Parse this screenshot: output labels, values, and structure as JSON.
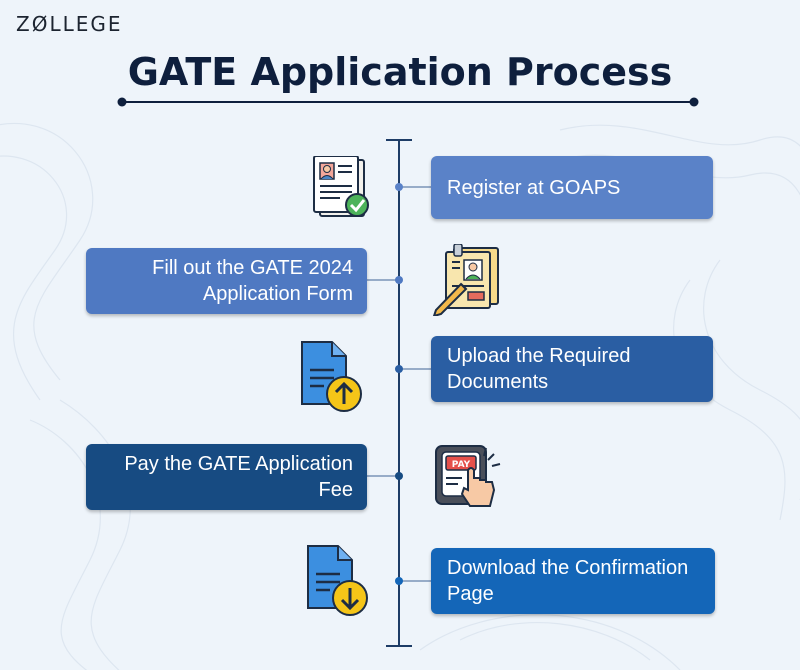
{
  "brand": {
    "logo_text": "ZØLLEGE"
  },
  "title": "GATE Application Process",
  "steps": [
    {
      "label": "Register at GOAPS",
      "color": "#5a82c8",
      "icon": "profile-document-check-icon"
    },
    {
      "label": "Fill out the GATE 2024 Application Form",
      "color": "#4f79c2",
      "icon": "application-form-pencil-icon"
    },
    {
      "label": "Upload the Required Documents",
      "color": "#2a5ea3",
      "icon": "document-upload-icon"
    },
    {
      "label": "Pay the GATE Application Fee",
      "color": "#174b82",
      "icon": "pay-button-hand-icon"
    },
    {
      "label": "Download the Confirmation Page",
      "color": "#1466b8",
      "icon": "document-download-icon"
    }
  ],
  "colors": {
    "timeline": "#1d3c66",
    "title": "#0e1f3d"
  }
}
